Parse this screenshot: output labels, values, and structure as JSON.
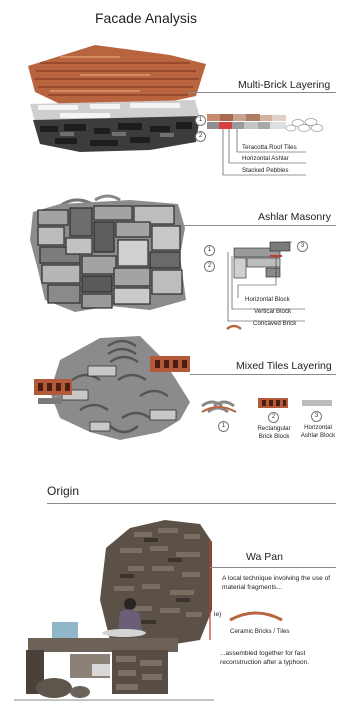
{
  "page_title": "Facade Analysis",
  "sections": {
    "multi_brick": {
      "title": "Multi-Brick Layering",
      "markers": [
        "1",
        "2"
      ],
      "labels": [
        "Teracotta Roof Tiles",
        "Horizontal Ashlar",
        "Stacked Pebbles"
      ]
    },
    "ashlar": {
      "title": "Ashlar Masonry",
      "markers": [
        "1",
        "2",
        "3"
      ],
      "labels": [
        "Horizontal Block",
        "Vertical Block",
        "Concaved Brick"
      ]
    },
    "mixed_tiles": {
      "title": "Mixed Tiles Layering",
      "markers": [
        "1",
        "2",
        "3"
      ],
      "items": [
        "Rectangular Brick Block",
        "Horizontal Ashlar Block"
      ]
    }
  },
  "origin": {
    "heading": "Origin",
    "title": "Wa Pan",
    "description": "A local technique involving the use of material fragments...",
    "ie": "ie)",
    "ie_caption": "Ceramic Bricks / Tiles",
    "conclusion": "...assembled together for fast reconstruction after a typhoon."
  },
  "colors": {
    "accent": "#c0392b",
    "terracotta": "#b8653f"
  }
}
